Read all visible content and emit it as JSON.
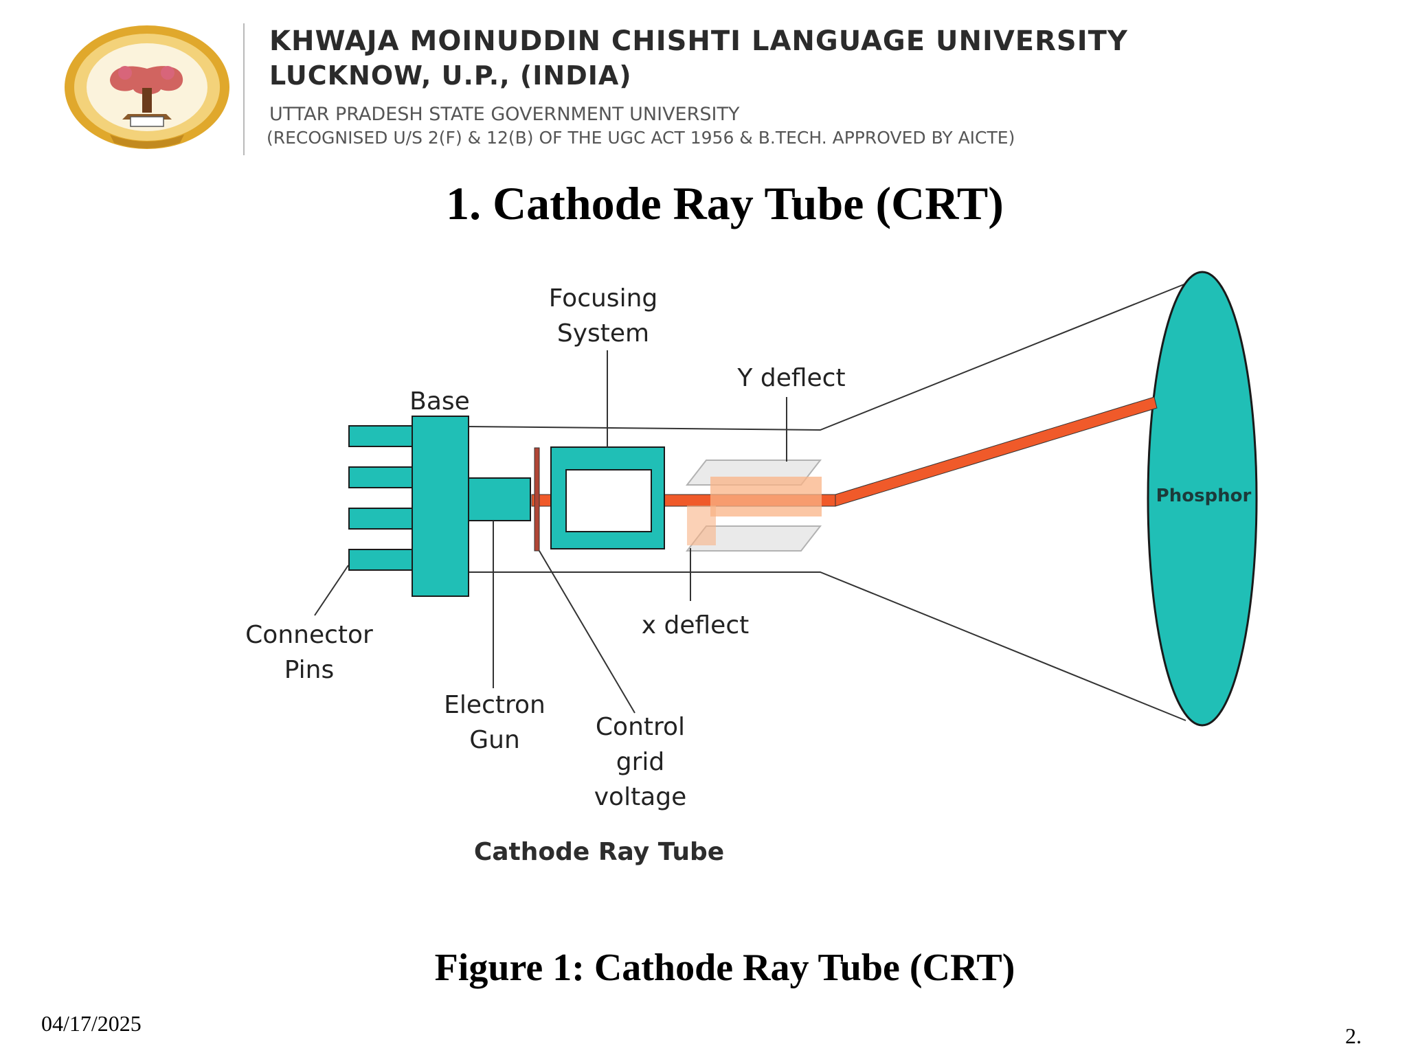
{
  "header": {
    "university_name": "KHWAJA MOINUDDIN CHISHTI LANGUAGE UNIVERSITY",
    "location": "LUCKNOW, U.P., (INDIA)",
    "subtitle_1": "UTTAR PRADESH STATE GOVERNMENT UNIVERSITY",
    "subtitle_2": "(RECOGNISED U/S 2(F) & 12(B) OF THE UGC ACT 1956 & B.TECH. APPROVED BY AICTE)"
  },
  "slide": {
    "title": "1. Cathode Ray Tube (CRT)",
    "figure_caption": "Figure 1: Cathode Ray Tube (CRT)"
  },
  "diagram": {
    "labels": {
      "focusing_1": "Focusing",
      "focusing_2": "System",
      "y_deflect": "Y deflect",
      "base": "Base",
      "phosphor": "Phosphor",
      "x_deflect": "x deflect",
      "connector_1": "Connector",
      "connector_2": "Pins",
      "electron_1": "Electron",
      "electron_2": "Gun",
      "control_1": "Control",
      "control_2": "grid",
      "control_3": "voltage",
      "inner_caption": "Cathode Ray Tube"
    },
    "colors": {
      "teal": "#20bfb6",
      "beam": "#f05a2a",
      "plate": "#f9b385"
    }
  },
  "footer": {
    "date": "04/17/2025",
    "page": "2."
  }
}
